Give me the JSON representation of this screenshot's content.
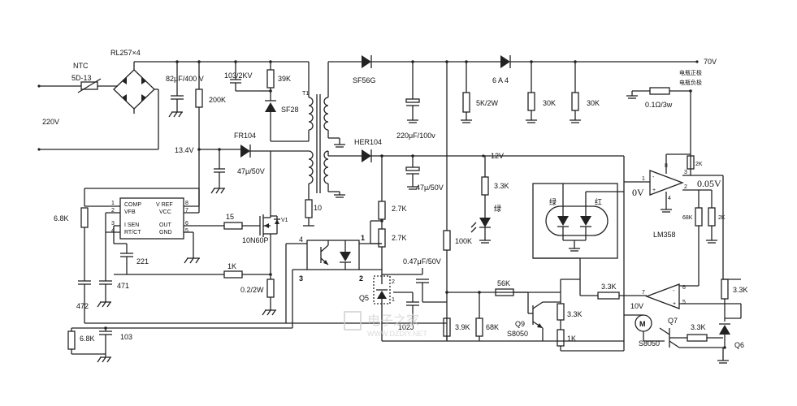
{
  "labels": {
    "ntc": "NTC",
    "ntc_part": "5D-13",
    "bridge": "RL257×4",
    "mains": "220V",
    "cap_bulk": "82μF/400 V",
    "r_start": "200K",
    "cap_snub": "103/2KV",
    "r_snub": "39K",
    "d_snub": "SF28",
    "d_aux": "FR104",
    "v_aux": "13.4V",
    "cap_aux": "47μ/50V",
    "transformer": "T1",
    "d_out1": "SF56G",
    "d_out2": "6 A 4",
    "v_out": "70V",
    "cap_out1": "220μF/100v",
    "r_out1": "5K/2W",
    "r_load1": "30K",
    "r_load2": "30K",
    "batt_pos": "电瓶正极",
    "batt_neg": "电瓶负极",
    "r_sense": "0.1Ω/3w",
    "d_12v": "HER104",
    "v_12": "12V",
    "cap_12v": "47μ/50V",
    "r_led": "3.3K",
    "led_green": "绿",
    "r_27a": "2.7K",
    "r_27b": "2.7K",
    "r_100k": "100K",
    "r_10": "10",
    "ic_pins_left": [
      "COMP",
      "VFB",
      "I SEN",
      "RT/CT"
    ],
    "ic_pins_right": [
      "V REF",
      "VCC",
      "OUT",
      "GND"
    ],
    "r_68k": "6.8K",
    "r_gate": "15",
    "mosfet_tag": "V1",
    "mosfet": "10N60P",
    "cap_221": "221",
    "cap_471": "471",
    "cap_472": "472",
    "r_1k": "1K",
    "r_cs": "0.2/2W",
    "opto_pin4": "4",
    "opto_pin1": "1",
    "opto_pin2": "2",
    "opto_pin3": "3",
    "cap_047": "0.47μF/50V",
    "q5": "Q5",
    "cap_102j": "102J",
    "r_39k": "3.9K",
    "r_68k2": "68K",
    "r_56k": "56K",
    "q9": "Q9",
    "q9_part": "S8050",
    "r_33k_q9": "3.3K",
    "r_1k_q9": "1K",
    "r_68k_bot": "6.8K",
    "cap_103": "103",
    "bicolor_green": "绿",
    "bicolor_red": "红",
    "opamp_name": "LM358",
    "v_0v": "0V",
    "v_005": "0.05V",
    "r_2k_top": "2K",
    "r_68k_op": "68K",
    "r_2k_op": "2K",
    "r_33k_op": "3.3K",
    "v_10v": "10V",
    "motor": "M",
    "q7": "Q7",
    "q7_part": "S8050",
    "r_33k_q7": "3.3K",
    "r_33k_q6": "3.3K",
    "q6": "Q6",
    "watermark_cn": "电子之家",
    "watermark_en": "WWW.DZDIY.NET"
  }
}
